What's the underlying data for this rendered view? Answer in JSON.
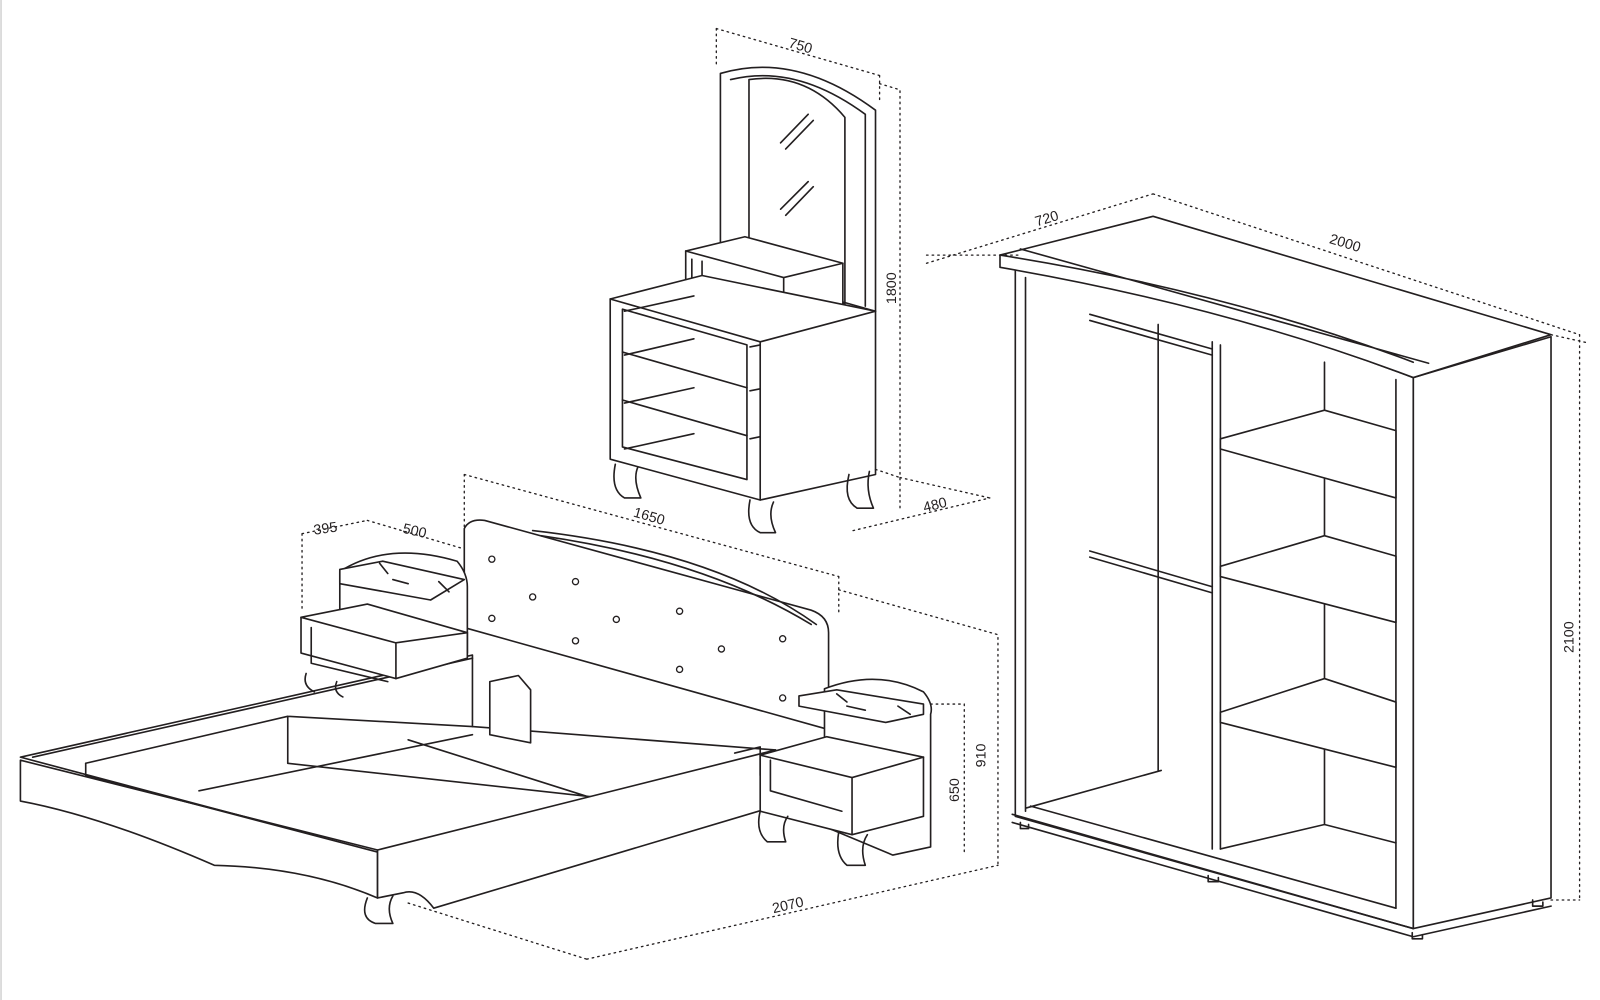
{
  "drawing": {
    "dressing_table": {
      "width": "750",
      "height": "1800",
      "depth": "480"
    },
    "wardrobe": {
      "depth": "720",
      "width": "2000",
      "height": "2100"
    },
    "nightstand": {
      "depth": "395",
      "width": "500",
      "height": "650"
    },
    "bed": {
      "width": "1650",
      "headboard_height": "910",
      "length": "2070"
    }
  }
}
